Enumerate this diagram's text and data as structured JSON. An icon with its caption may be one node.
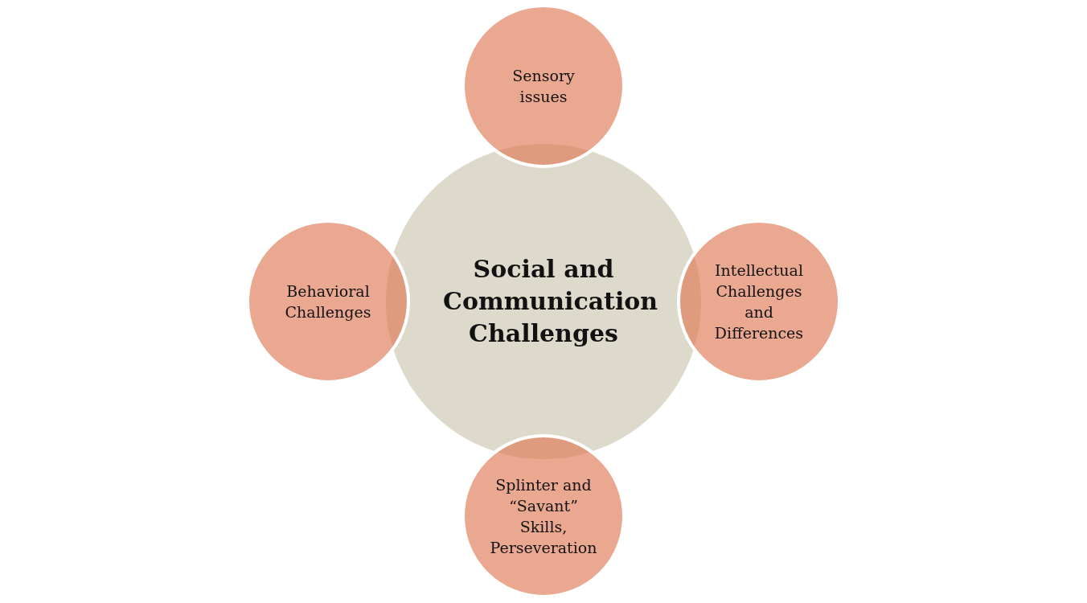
{
  "diagram": {
    "nodes": [
      {
        "text": [
          "Sensory issues"
        ]
      },
      {
        "text": [
          "Behavioral Challenges"
        ]
      },
      {
        "text": [
          "Social and Communication Challenges"
        ]
      },
      {
        "text": [
          "Intellectual Challenges and Differences"
        ]
      },
      {
        "text": [
          "Splinter and “Savant” Skills, Perseveration"
        ]
      }
    ],
    "edges": []
  }
}
